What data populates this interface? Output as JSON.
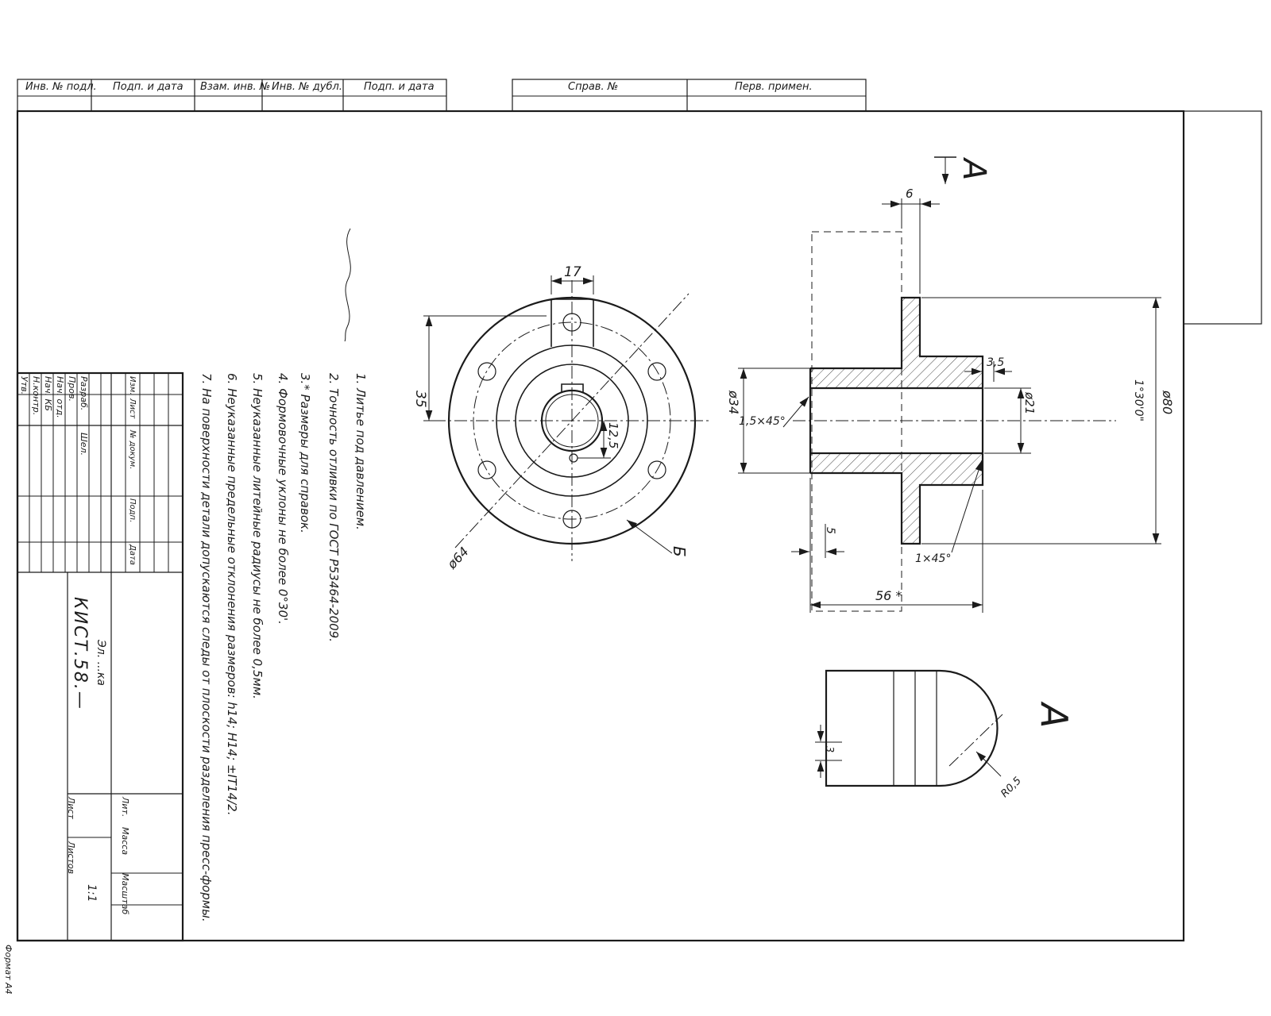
{
  "frame": {
    "margin_stamps": [
      "Инв. № подл.",
      "Подп. и дата",
      "Взам. инв. №",
      "Инв. № дубл.",
      "Подп. и дата"
    ],
    "ref_stamps": [
      "Справ. №",
      "Перв. примен."
    ],
    "format_note": "Формат А4"
  },
  "front_view": {
    "dim_width": "17",
    "dim_height": "35",
    "dim_offset": "12,5",
    "dim_bolt_circle": "ø64",
    "section_label": "Б"
  },
  "section_view": {
    "view_label": "А",
    "dim_flange": "6",
    "dim_d34": "ø34",
    "dim_chamfer_left": "1,5×45°",
    "dim_d80": "ø80",
    "dim_taper": "1°30'0\"",
    "dim_d21": "ø21",
    "dim_step": "3,5",
    "dim_chamfer_right": "1×45°",
    "dim_key": "5",
    "dim_length": "56 *"
  },
  "detail_view": {
    "label": "А",
    "dim_depth": "3",
    "dim_radius": "R0,5"
  },
  "notes": [
    "1. Литье под давлением.",
    "2. Точность отливки по ГОСТ Р53464-2009.",
    "3.* Размеры для справок.",
    "4. Формовочные уклоны не более 0°30'.",
    "5. Неуказанные литейные радиусы не более 0,5мм.",
    "6. Неуказанные предельные отклонения размеров: h14; H14; ±IT14/2.",
    "7. На поверхности детали допускаются следы от плоскости разделения пресс-формы."
  ],
  "title_block": {
    "sig_rows": [
      "Разраб.",
      "Пров.",
      "Нач. отд.",
      "Нач. КБ",
      "Н.контр.",
      "Утв."
    ],
    "designer_name": "Шел.",
    "header_cols": [
      "Изм.",
      "Лист",
      "№ докум.",
      "Подп.",
      "Дата"
    ],
    "designation": "КИСТ.58.—",
    "part_name": "Эл. ...ка",
    "lit_label": "Лит.",
    "mass_label": "Масса",
    "scale_label": "Масштаб",
    "scale_value": "1:1",
    "sheet_label": "Лист",
    "sheets_label": "Листов"
  }
}
